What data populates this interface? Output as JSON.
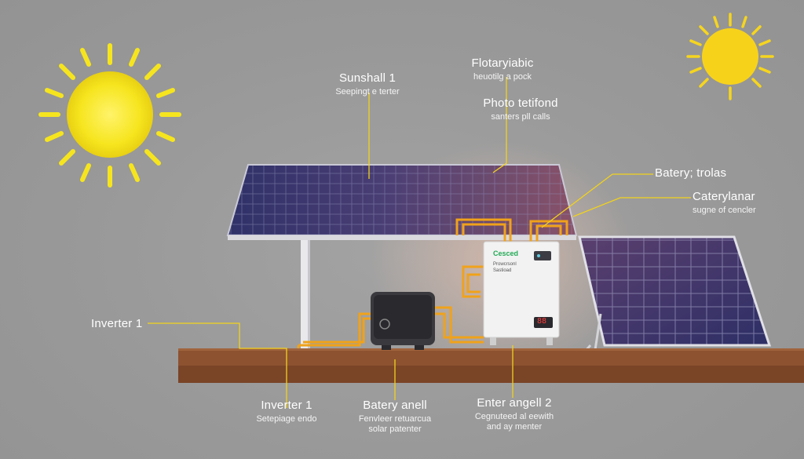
{
  "colors": {
    "background": "#9b9b9b",
    "sun": "#f6e51e",
    "leader_line": "#f2d21c",
    "panel": "#3a3a6e",
    "deck": "#8a4f2c",
    "cable": "#f0a21a"
  },
  "labels": {
    "sunshall": {
      "title": "Sunshall 1",
      "subtitle": "Seepingt e terter"
    },
    "flotary": {
      "title": "Flotaryiabic",
      "subtitle": "heuotilg a pock"
    },
    "photo": {
      "title": "Photo tetifond",
      "subtitle": "santers pll calls"
    },
    "batery_trolas": {
      "title": "Batery; trolas"
    },
    "caterylanar": {
      "title": "Caterylanar",
      "subtitle": "sugne of cencler"
    },
    "inverter_left": {
      "title": "Inverter 1"
    },
    "inverter_bottom": {
      "title": "Inverter 1",
      "subtitle": "Setepiage endo"
    },
    "batery_anell": {
      "title": "Batery anell",
      "subtitle": "Fenvleer retuarcua",
      "subtitle2": "solar patenter"
    },
    "enter_angell": {
      "title": "Enter angell 2",
      "subtitle": "Cegnuteed al eewith",
      "subtitle2": "and ay menter"
    }
  },
  "battery_unit": {
    "brand": "Cesced",
    "label1": "Prowcrsonl",
    "label2": "Sastioad",
    "display": "88"
  }
}
